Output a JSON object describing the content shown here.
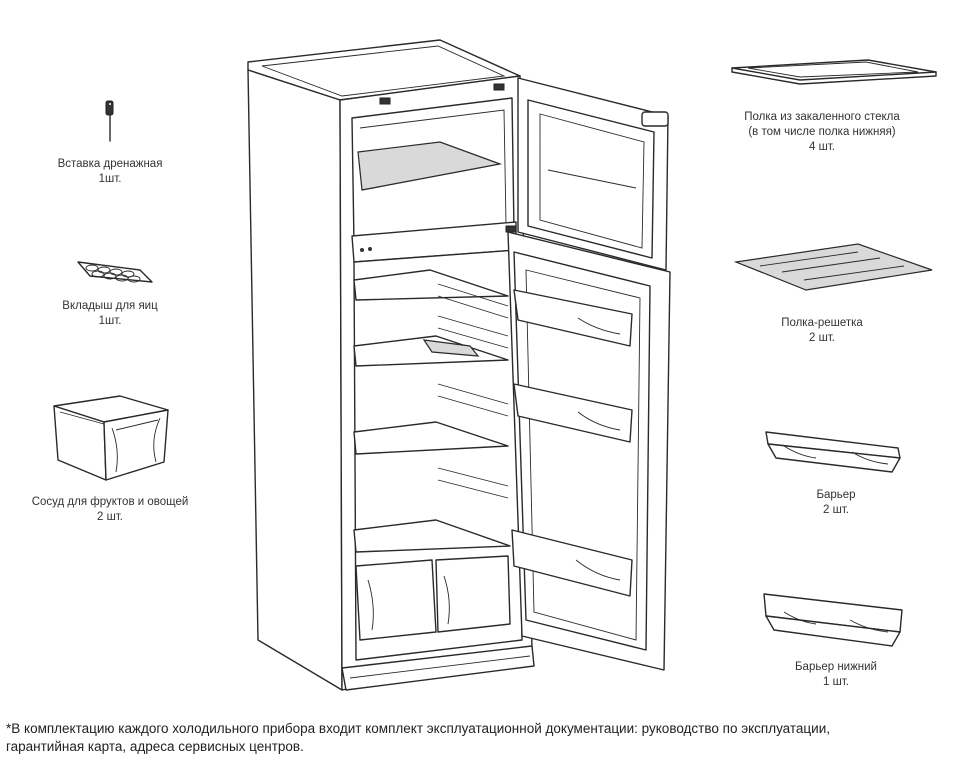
{
  "parts": {
    "drain_plug": {
      "name": "Вставка дренажная",
      "qty": "1шт."
    },
    "egg_tray": {
      "name": "Вкладыш для яиц",
      "qty": "1шт."
    },
    "crisper": {
      "name": "Сосуд для фруктов и овощей",
      "qty": "2 шт."
    },
    "glass_shelf": {
      "name": "Полка из закаленного стекла",
      "note": "(в том числе полка нижняя)",
      "qty": "4 шт."
    },
    "wire_shelf": {
      "name": "Полка-решетка",
      "qty": "2 шт."
    },
    "barrier": {
      "name": "Барьер",
      "qty": "2 шт."
    },
    "lower_barrier": {
      "name": "Барьер нижний",
      "qty": "1 шт."
    }
  },
  "footnote": {
    "line1": "*В комплектацию каждого холодильного прибора входит комплект эксплуатационной документации: руководство по эксплуатации,",
    "line2": "гарантийная карта, адреса сервисных центров."
  }
}
